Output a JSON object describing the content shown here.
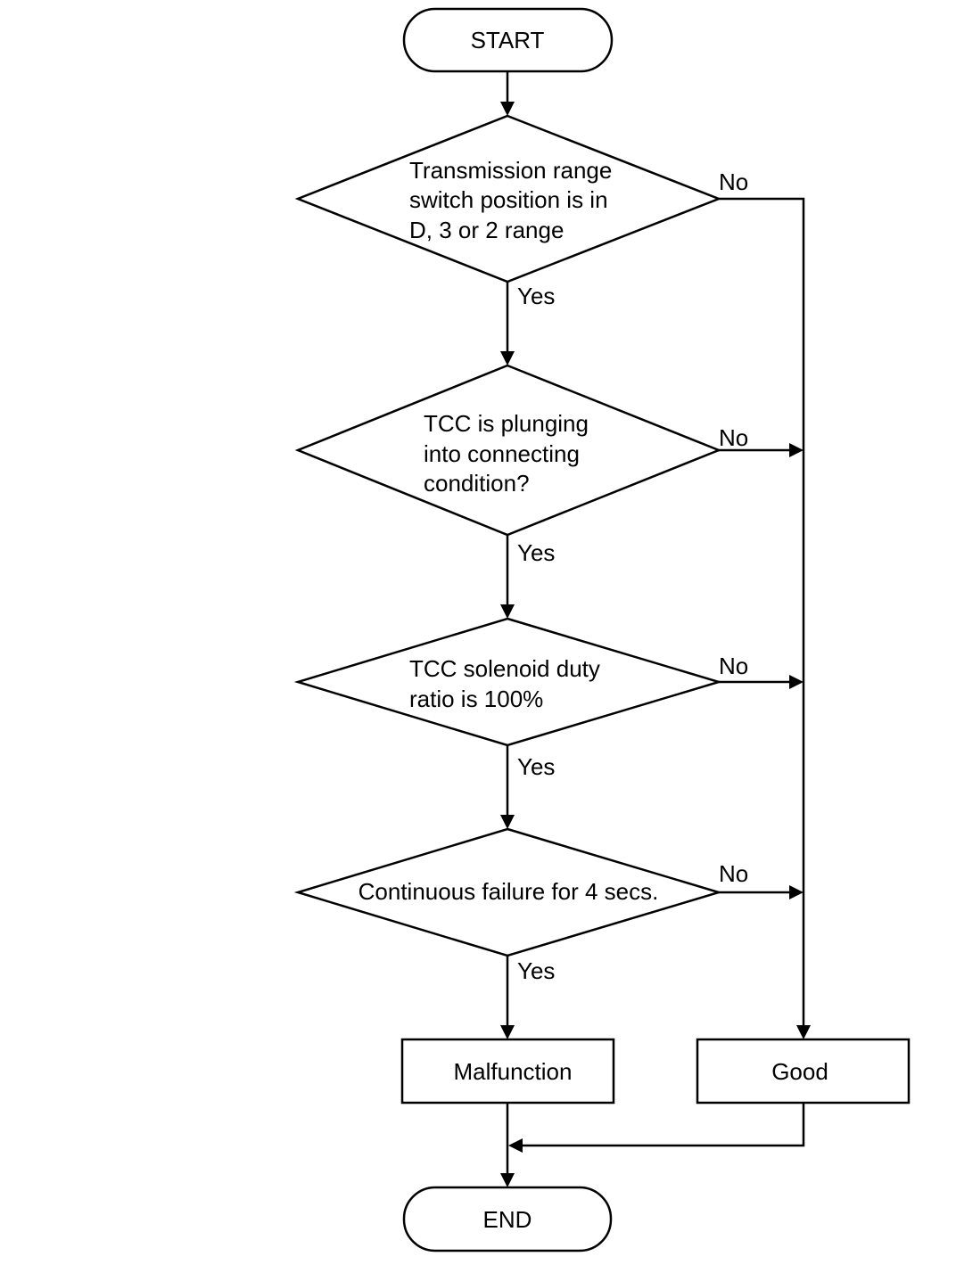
{
  "flowchart": {
    "start": "START",
    "end": "END",
    "decisions": [
      {
        "lines": [
          "Transmission range",
          "switch position is in",
          "D, 3 or 2 range"
        ],
        "yes": "Yes",
        "no": "No"
      },
      {
        "lines": [
          "TCC is plunging",
          "into connecting",
          "condition?"
        ],
        "yes": "Yes",
        "no": "No"
      },
      {
        "lines": [
          "TCC solenoid duty",
          "ratio is 100%"
        ],
        "yes": "Yes",
        "no": "No"
      },
      {
        "lines": [
          "Continuous failure for 4 secs."
        ],
        "yes": "Yes",
        "no": "No"
      }
    ],
    "malfunction": "Malfunction",
    "good": "Good"
  }
}
